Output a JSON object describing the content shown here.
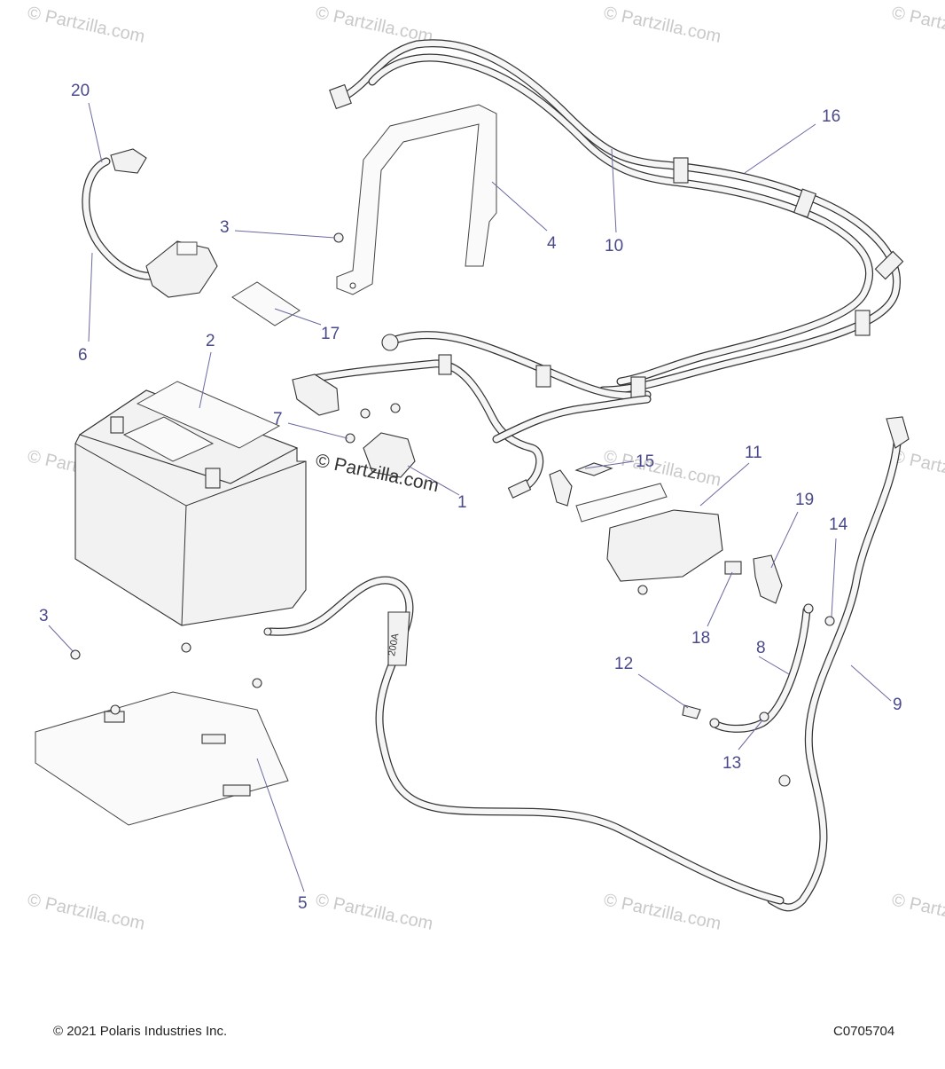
{
  "footer": {
    "copyright": "© 2021 Polaris Industries Inc.",
    "figure_code": "C0705704"
  },
  "watermark": {
    "text": "© Partzilla.com",
    "center_text": "© Partzilla.com"
  },
  "callouts": [
    {
      "id": "1",
      "label": "1"
    },
    {
      "id": "2",
      "label": "2"
    },
    {
      "id": "3a",
      "label": "3"
    },
    {
      "id": "3b",
      "label": "3"
    },
    {
      "id": "4",
      "label": "4"
    },
    {
      "id": "5",
      "label": "5"
    },
    {
      "id": "6",
      "label": "6"
    },
    {
      "id": "7",
      "label": "7"
    },
    {
      "id": "8",
      "label": "8"
    },
    {
      "id": "9",
      "label": "9"
    },
    {
      "id": "10",
      "label": "10"
    },
    {
      "id": "11",
      "label": "11"
    },
    {
      "id": "12",
      "label": "12"
    },
    {
      "id": "13",
      "label": "13"
    },
    {
      "id": "14",
      "label": "14"
    },
    {
      "id": "15",
      "label": "15"
    },
    {
      "id": "16",
      "label": "16"
    },
    {
      "id": "17",
      "label": "17"
    },
    {
      "id": "18",
      "label": "18"
    },
    {
      "id": "19",
      "label": "19"
    },
    {
      "id": "20",
      "label": "20"
    }
  ],
  "fuse_marking": "200A",
  "colors": {
    "callout": "#4a4a8a",
    "line": "#333333",
    "watermark": "#c9c9c9"
  }
}
